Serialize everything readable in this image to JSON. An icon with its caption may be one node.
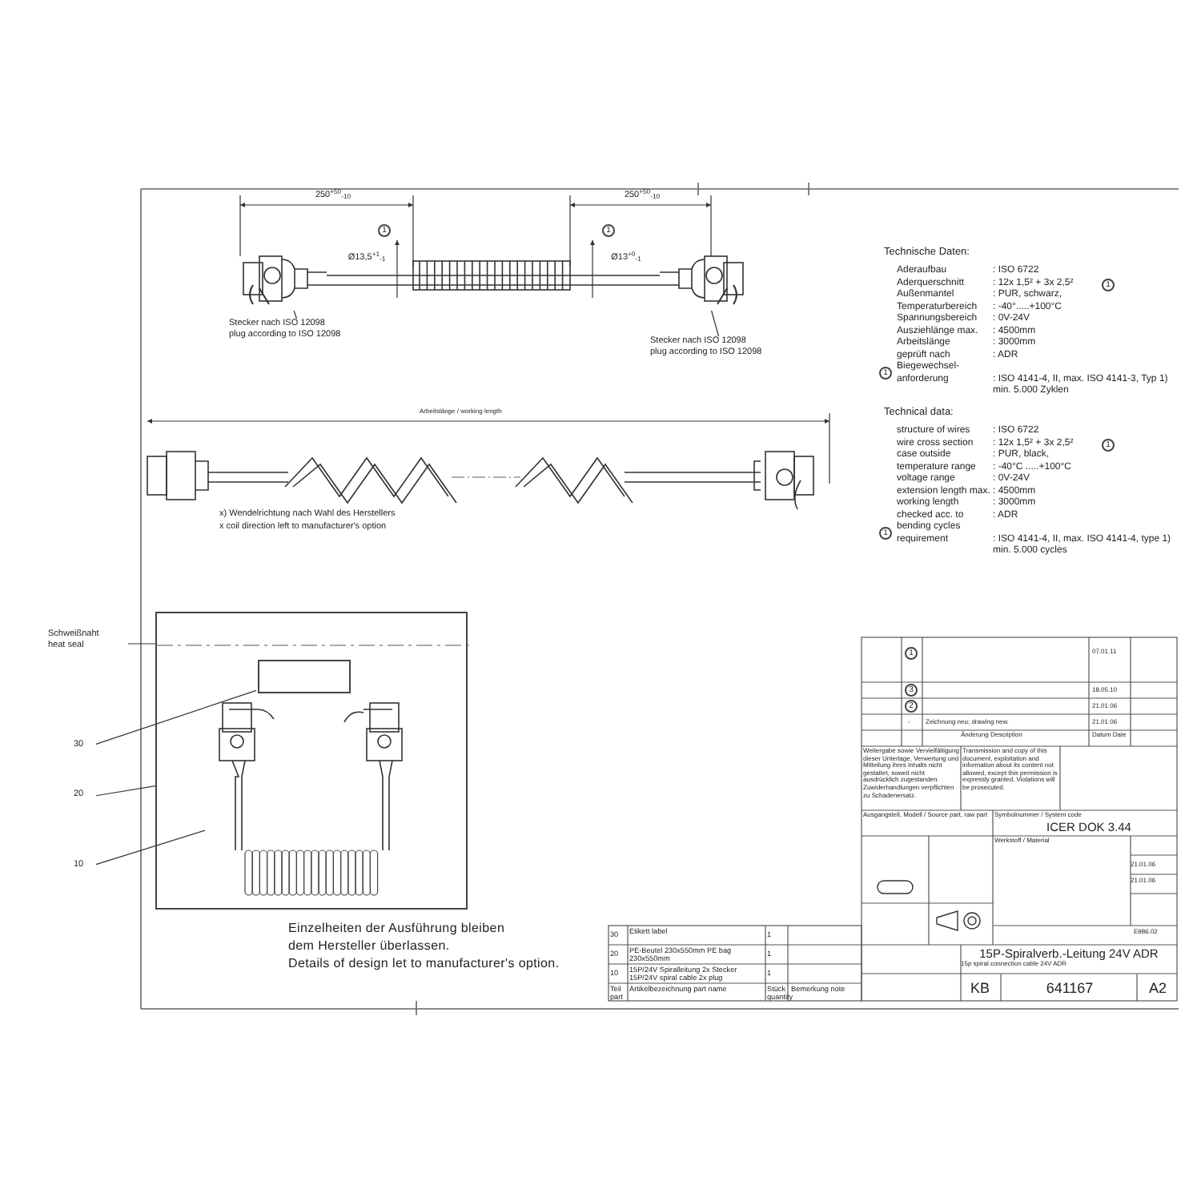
{
  "diagram": {
    "nodes": [
      {
        "text": [
          "Stecker nach ISO 12098",
          "plug according to ISO 12098"
        ]
      },
      {
        "text": [],
        "shape": "picture"
      },
      {
        "text": [
          "Stecker nach ISO 12098",
          "plug according to ISO 12098"
        ]
      },
      {
        "text": [],
        "shape": "picture"
      },
      {
        "text": [
          "Schweißnaht",
          "heat seal"
        ]
      },
      {
        "text": [
          "30"
        ]
      },
      {
        "text": [
          "20"
        ]
      },
      {
        "text": [
          "10"
        ]
      },
      {
        "text": [],
        "shape": "box"
      },
      {
        "text": [],
        "shape": "box",
        "in": 8
      },
      {
        "text": [],
        "shape": "picture",
        "in": 8
      },
      {
        "text": [],
        "shape": "bar",
        "in": 8
      }
    ],
    "edges": [
      {
        "from": 0,
        "to": 1,
        "arrow": "none"
      },
      {
        "from": 2,
        "to": 3,
        "arrow": "none"
      },
      {
        "from": 4,
        "to": 11,
        "arrow": "none"
      },
      {
        "from": 5,
        "to": 9,
        "arrow": "none"
      },
      {
        "from": 6,
        "to": 8,
        "arrow": "none"
      },
      {
        "from": 7,
        "to": 10,
        "arrow": "none"
      },
      {
        "from": 1,
        "to": 3,
        "arrow": "none"
      }
    ],
    "labels": [
      "250$^{+50}$$_{-10}$",
      "1",
      "Ø13,5$^{+1}$$_{-1}$",
      "250$^{+50}$$_{-10}$",
      "Ø13$^{+0}$$_{-1}$",
      "1",
      "Arbeitslänge / working length",
      "x) Wendelrichtung nach Wahl des Herstellers",
      "x coil direction left to manufacturer's option",
      "Technische Daten:",
      "Aderaufbau",
      ": ISO 6722",
      "Aderquerschnitt",
      ": 12x 1,5² + 3x 2,5²",
      "Außenmantel",
      ": PUR, schwarz,",
      "Temperaturbereich",
      ": -40°.....+100°C",
      "Spannungsbereich",
      ": 0V-24V",
      "Ausziehlänge max.",
      ": 4500mm",
      "Arbeitslänge",
      ": 3000mm",
      "geprüft nach",
      ": ADR",
      "Biegewechsel-anforderung",
      ": ISO 4141-4, II, max. ISO 4141-3, Typ 1) min. 5.000 Zyklen",
      "1",
      "1",
      "Technical data:",
      "structure of wires",
      ": ISO 6722",
      "wire cross section",
      ": 12x 1,5² + 3x 2,5²",
      "case outside",
      ": PUR, black,",
      "temperature range",
      ": -40°C .....+100°C",
      "voltage range",
      ": 0V-24V",
      "extension length max.",
      ": 4500mm",
      "working length",
      ": 3000mm",
      "checked acc. to",
      ": ADR",
      "bending cycles requirement",
      ": ISO 4141-4, II, max. ISO 4141-4, type 1) min. 5.000 cycles",
      "1",
      "1",
      "Einzelheiten der Ausführung bleiben dem Hersteller überlassen.",
      "Details of design let to manufacturer's option.",
      "30",
      "Etikett label",
      "1",
      "20",
      "PE-Beutel 230x550mm PE bag 230x550mm",
      "1",
      "10",
      "15P/24V Spiralleitung 2x Stecker 15P/24V spiral cable 2x plug",
      "1",
      "Teil part",
      "Artikelbezeichnung part name",
      "Stück quantity",
      "Bemerkung note",
      "1",
      "07.01.11",
      "3",
      "18.05.10",
      "2",
      "21.01.06",
      "-",
      "Zeichnung neu; drawing new.",
      "21.01.06",
      "Änderung Description",
      "Datum Date",
      "Weitergabe sowie Vervielfältigung dieser Unterlage, Verwertung und Mitteilung ihres Inhalts nicht gestattet, soweit nicht ausdrücklich zugestanden. Zuwiderhandlungen verpflichten zu Schadenersatz.",
      "Transmission and copy of this document, exploitation and information about its content not allowed, except this permission is expressly granted. Violations will be prosecuted.",
      "Ausgangsteil, Modell / Source part, raw part",
      "Symbolnummer / System code",
      "ICER DOK 3.44",
      "Werkstoff / Material",
      "21.01.06",
      "21.01.06",
      "15P-Spiralverb.-Leitung 24V ADR",
      "15p spiral connection cable 24V ADR",
      "KB",
      "641167",
      "A2",
      "E986.02"
    ]
  }
}
